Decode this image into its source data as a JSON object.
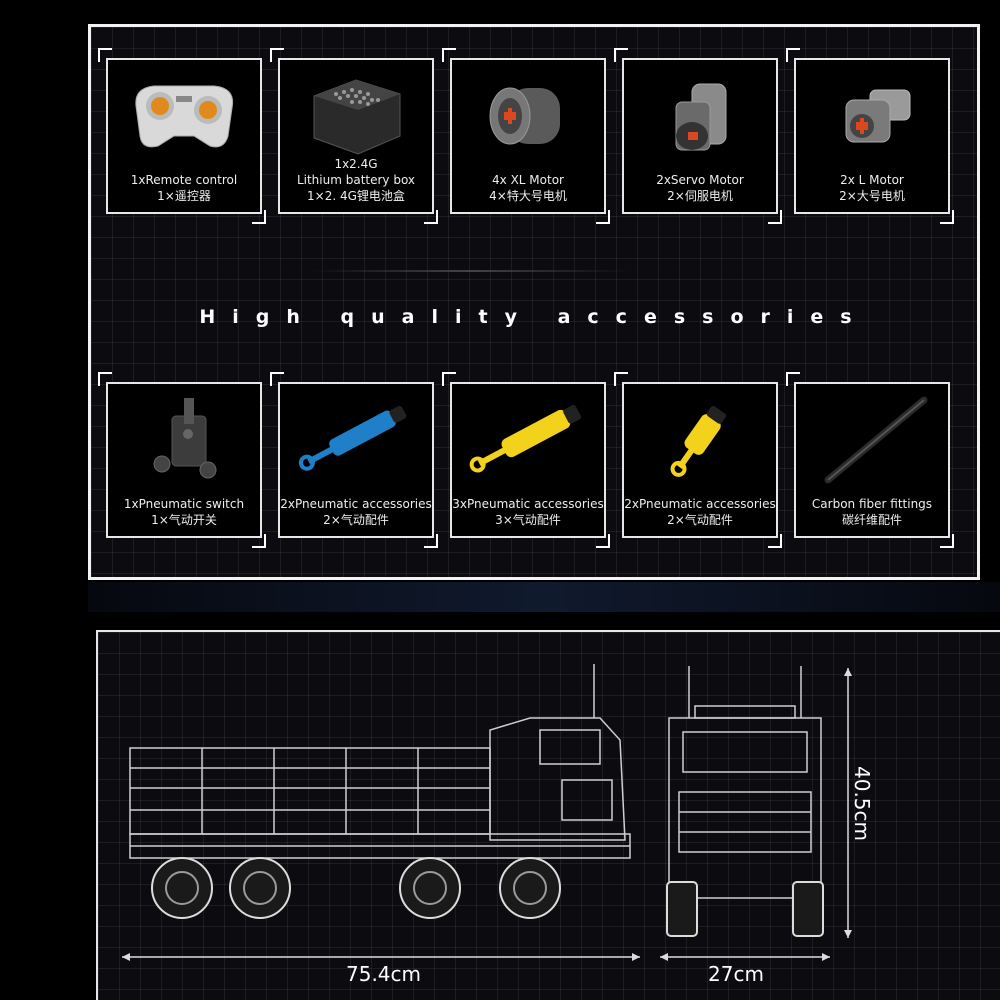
{
  "accessories_top": [
    {
      "name_en": "1xRemote control",
      "name_en_2": "",
      "name_cn": "1×遥控器",
      "icon": "remote-control-icon"
    },
    {
      "name_en": "1x2.4G",
      "name_en_2": "Lithium battery box",
      "name_cn": "1×2. 4G锂电池盒",
      "icon": "battery-box-icon"
    },
    {
      "name_en": "4x XL Motor",
      "name_en_2": "",
      "name_cn": "4×特大号电机",
      "icon": "xl-motor-icon"
    },
    {
      "name_en": "2xServo Motor",
      "name_en_2": "",
      "name_cn": "2×伺服电机",
      "icon": "servo-motor-icon"
    },
    {
      "name_en": "2x L Motor",
      "name_en_2": "",
      "name_cn": "2×大号电机",
      "icon": "l-motor-icon"
    }
  ],
  "headline": "High quality accessories",
  "accessories_bottom": [
    {
      "name_en": "1xPneumatic switch",
      "name_cn": "1×气动开关",
      "icon": "pneumatic-switch-icon"
    },
    {
      "name_en": "2xPneumatic accessories",
      "name_cn": "2×气动配件",
      "icon": "blue-cylinder-icon"
    },
    {
      "name_en": "3xPneumatic accessories",
      "name_cn": "3×气动配件",
      "icon": "yellow-cylinder-icon"
    },
    {
      "name_en": "2xPneumatic accessories",
      "name_cn": "2×气动配件",
      "icon": "small-yellow-cylinder-icon"
    },
    {
      "name_en": "Carbon fiber fittings",
      "name_cn": "碳纤维配件",
      "icon": "carbon-rod-icon"
    }
  ],
  "dimensions": {
    "length": "75.4cm",
    "width": "27cm",
    "height": "40.5cm"
  },
  "colors": {
    "frame": "#f2f2f2",
    "background": "#000000",
    "cylinder_blue": "#1f7fc8",
    "cylinder_yellow": "#f2d21a"
  }
}
